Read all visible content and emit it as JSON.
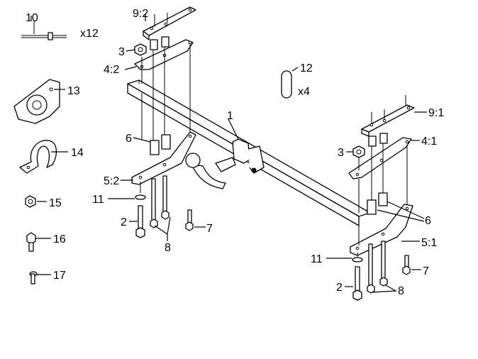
{
  "diagram": {
    "labels": {
      "p1": "1",
      "p2a": "2",
      "p2b": "2",
      "p3a": "3",
      "p3b": "3",
      "p41": "4:1",
      "p42": "4:2",
      "p51": "5:1",
      "p52": "5:2",
      "p6a": "6",
      "p6b": "6",
      "p7a": "7",
      "p7b": "7",
      "p8a": "8",
      "p8b": "8",
      "p91": "9:1",
      "p92": "9:2",
      "p10": "10",
      "p11a": "11",
      "p11b": "11",
      "p12": "12",
      "p13": "13",
      "p14": "14",
      "p15": "15",
      "p16": "16",
      "p17": "17"
    },
    "quantities": {
      "q10": "x12",
      "q12": "x4"
    },
    "colors": {
      "line": "#000000",
      "background": "#ffffff"
    }
  }
}
